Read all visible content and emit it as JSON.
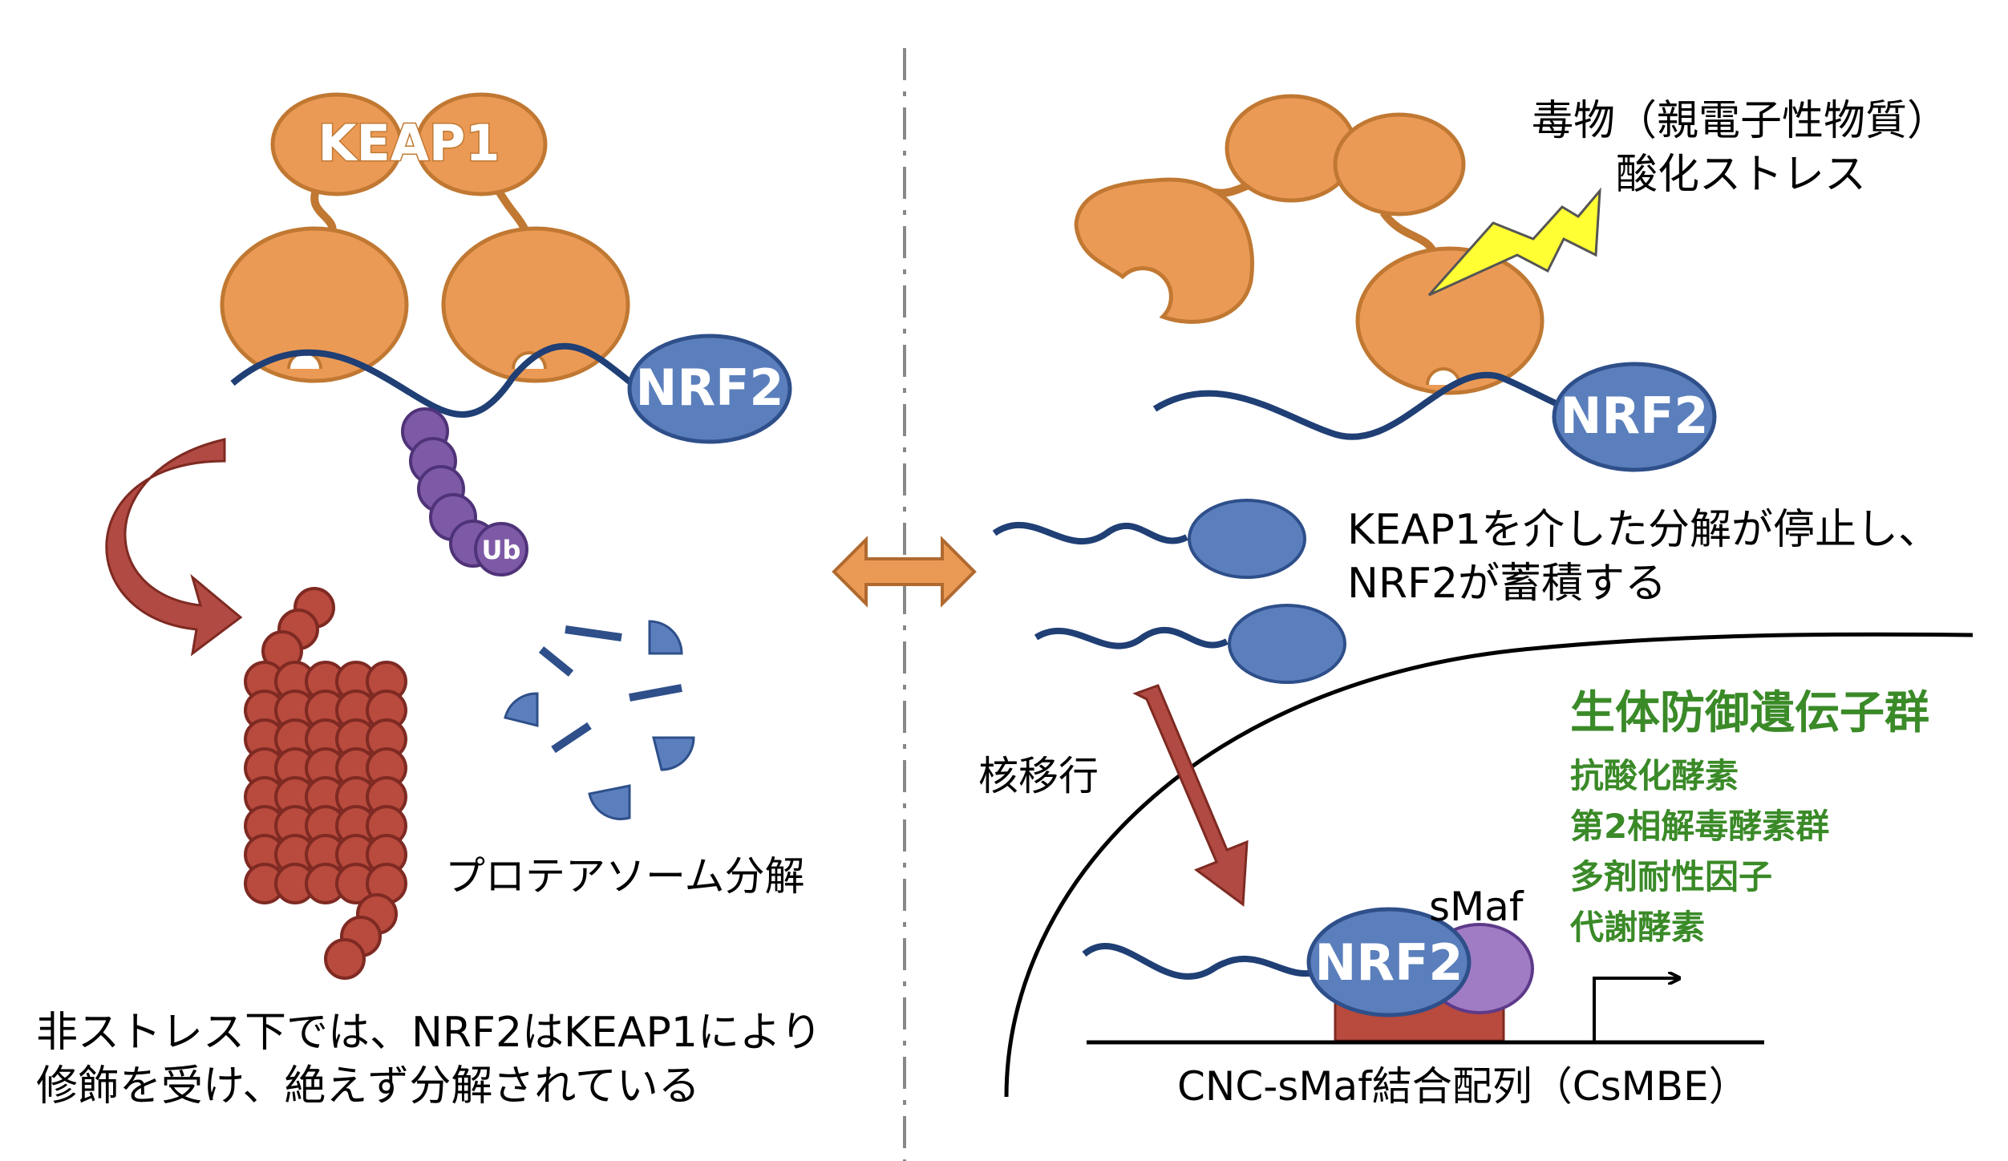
{
  "labels": {
    "keap1": "KEAP1",
    "nrf2_left": "NRF2",
    "ub": "Ub",
    "proteasome": "プロテアソーム分解",
    "left_caption_line1": "非ストレス下では、NRF2はKEAP1により",
    "left_caption_line2": "修飾を受け、絶えず分解されている",
    "toxin_line1": "毒物（親電子性物質）",
    "toxin_line2": "酸化ストレス",
    "nrf2_right": "NRF2",
    "stop_line1": "KEAP1を介した分解が停止し、",
    "stop_line2": "NRF2が蓄積する",
    "nuclear_translocation": "核移行",
    "gene_group_title": "生体防御遺伝子群",
    "gene_items": [
      "抗酸化酵素",
      "第2相解毒酵素群",
      "多剤耐性因子",
      "代謝酵素"
    ],
    "smaf": "sMaf",
    "nrf2_nucleus": "NRF2",
    "binding_sequence": "CNC-sMaf結合配列（CsMBE）"
  },
  "colors": {
    "keap1_fill": "#eb9a55",
    "keap1_stroke": "#c07832",
    "nrf2_fill": "#5b7fbc",
    "nrf2_stroke": "#2e4f8a",
    "chain": "#1f3f75",
    "ub_fill": "#7e5aa6",
    "ub_stroke": "#4f3378",
    "proteasome_fill": "#b84a3e",
    "proteasome_stroke": "#7e2a22",
    "arrow_red": "#b04a42",
    "double_arrow": "#eb9a55",
    "lightning": "#ffff33",
    "smaf_fill": "#a07cc4",
    "dna_box": "#b84a3e",
    "green_text": "#3a8a28"
  }
}
